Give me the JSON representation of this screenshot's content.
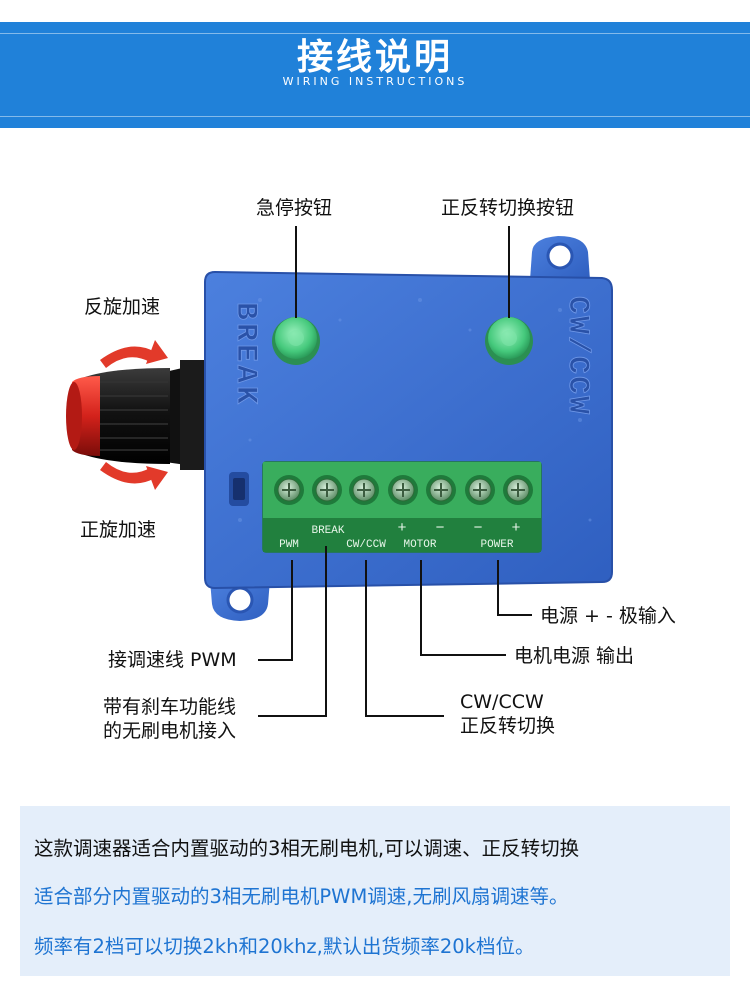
{
  "header": {
    "title": "接线说明",
    "subtitle": "WIRING INSTRUCTIONS",
    "color": "#2081d9"
  },
  "device": {
    "left_marking": "BREAK",
    "right_marking": "CW/CCW",
    "terminal_labels": {
      "pwm": "PWM",
      "break": "BREAK",
      "cw_ccw": "CW/CCW",
      "motor": "MOTOR",
      "power": "POWER",
      "plus": "+",
      "minus": "−"
    },
    "case_color": "#3b6fd0",
    "terminal_color": "#2f9e52",
    "button_color": "#57d08a"
  },
  "callouts": {
    "estop_button": "急停按钮",
    "direction_button": "正反转切换按钮",
    "reverse_speedup": "反旋加速",
    "forward_speedup": "正旋加速",
    "power_input": "电源 + - 极输入",
    "motor_output": "电机电源 输出",
    "pwm_wire": "接调速线 PWM",
    "brake_line_1": "带有刹车功能线",
    "brake_line_2": "的无刷电机接入",
    "cwccw_line_1": "CW/CCW",
    "cwccw_line_2": "正反转切换"
  },
  "info": {
    "line1": "这款调速器适合内置驱动的3相无刷电机,可以调速、正反转切换",
    "line2": "适合部分内置驱动的3相无刷电机PWM调速,无刷风扇调速等。",
    "line3": "频率有2档可以切换2kh和20khz,默认出货频率20k档位。",
    "background": "#e4eefa",
    "accent_text_color": "#1e74d2"
  }
}
